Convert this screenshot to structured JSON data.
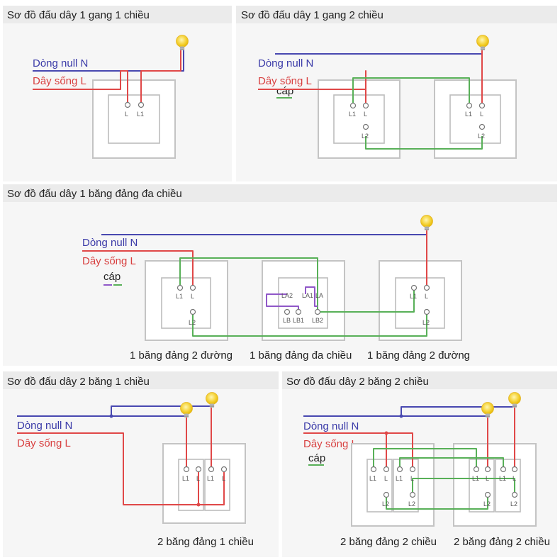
{
  "colors": {
    "neutral": "#4848b0",
    "live": "#e04848",
    "cable_green": "#58b058",
    "cable_purple": "#9058c8",
    "header_bg": "#ebebeb",
    "bulb": "#f5d33a"
  },
  "icons": [
    "light-bulb-icon"
  ],
  "panels": [
    {
      "title": "Sơ đồ đấu dây 1 gang 1 chiều",
      "neutral_label": "Dòng null N",
      "live_label": "Dây sống L",
      "terminals": [
        "L",
        "L1"
      ]
    },
    {
      "title": "Sơ đồ đấu dây 1 gang 2 chiều",
      "neutral_label": "Dòng null N",
      "live_label": "Dây sống L",
      "cable_label": "cáp",
      "terminals": [
        "L1",
        "L",
        "L2",
        "L1",
        "L",
        "L2"
      ]
    },
    {
      "title": "Sơ đồ đấu dây 1 băng đảng đa chiều",
      "neutral_label": "Dòng null N",
      "live_label": "Dây sống L",
      "cable_label": "cáp",
      "terminals": [
        "L1",
        "L",
        "L2",
        "LA2",
        "LA1",
        "LA",
        "LB",
        "LB1",
        "LB2",
        "L1",
        "L",
        "L2"
      ],
      "captions": [
        "1 băng đảng 2 đường",
        "1 băng đảng đa chiều",
        "1 băng đảng 2 đường"
      ]
    },
    {
      "title": "Sơ đồ đấu dây 2 băng 1 chiều",
      "neutral_label": "Dòng null N",
      "live_label": "Dây sống L",
      "terminals": [
        "L1",
        "L",
        "L1",
        "L"
      ],
      "captions": [
        "2 băng đảng 1 chiều"
      ]
    },
    {
      "title": "Sơ đồ đấu dây 2 băng 2 chiều",
      "neutral_label": "Dòng null N",
      "live_label": "Dây sống L",
      "cable_label": "cáp",
      "terminals": [
        "L1",
        "L",
        "L1",
        "L",
        "L2",
        "L2",
        "L1",
        "L",
        "L1",
        "L",
        "L2",
        "L2"
      ],
      "captions": [
        "2 băng đảng 2 chiều",
        "2 băng đảng 2 chiều"
      ]
    }
  ]
}
